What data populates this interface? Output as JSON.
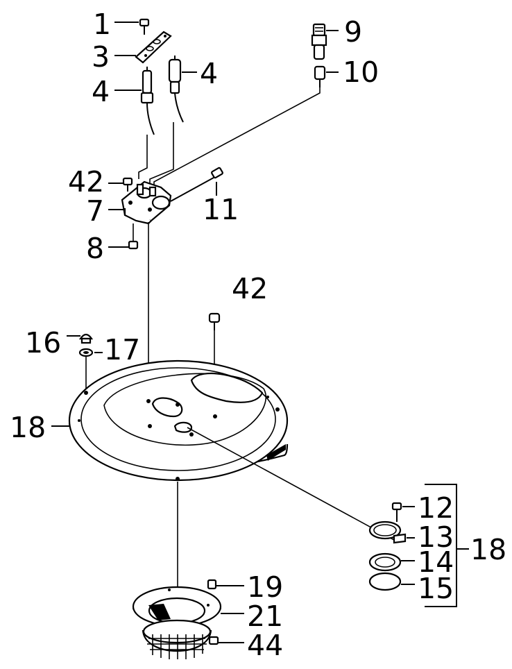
{
  "callouts": {
    "c1": "1",
    "c3": "3",
    "c4a": "4",
    "c4b": "4",
    "c42a": "42",
    "c7": "7",
    "c8": "8",
    "c9": "9",
    "c10": "10",
    "c11": "11",
    "c42b": "42",
    "c16": "16",
    "c17": "17",
    "c18a": "18",
    "c12": "12",
    "c13": "13",
    "c14": "14",
    "c15": "15",
    "c18b": "18",
    "c19": "19",
    "c21": "21",
    "c44": "44"
  }
}
